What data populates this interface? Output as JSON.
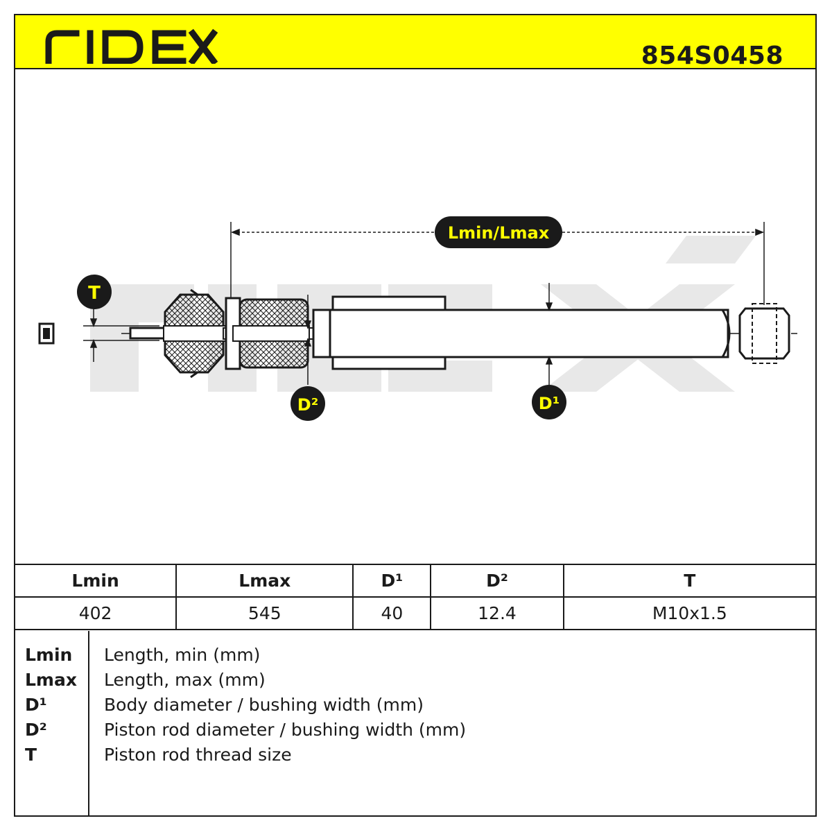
{
  "brand": "RIDEX",
  "part_number": "854S0458",
  "colors": {
    "accent": "#ffff00",
    "ink": "#1a1a1a",
    "watermark": "#e6e6e6"
  },
  "diagram": {
    "label_length": "Lmin/Lmax",
    "label_thread": "T",
    "label_d2": "D²",
    "label_d1": "D¹"
  },
  "spec_table": {
    "headers": [
      "Lmin",
      "Lmax",
      "D¹",
      "D²",
      "T"
    ],
    "values": [
      "402",
      "545",
      "40",
      "12.4",
      "M10x1.5"
    ]
  },
  "legend": [
    {
      "key": "Lmin",
      "desc": "Length, min (mm)"
    },
    {
      "key": "Lmax",
      "desc": "Length, max (mm)"
    },
    {
      "key": "D¹",
      "desc": "Body diameter / bushing width (mm)"
    },
    {
      "key": "D²",
      "desc": "Piston rod diameter / bushing width (mm)"
    },
    {
      "key": "T",
      "desc": "Piston rod thread size"
    }
  ]
}
